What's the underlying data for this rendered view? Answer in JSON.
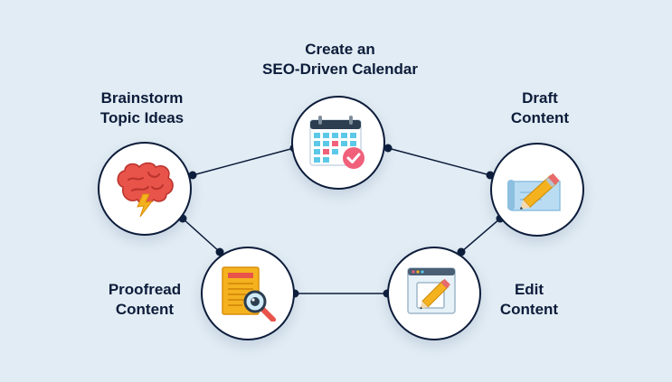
{
  "steps": [
    {
      "id": "brainstorm",
      "line1": "Brainstorm",
      "line2": "Topic Ideas",
      "icon": "brain-icon"
    },
    {
      "id": "calendar",
      "line1": "Create an",
      "line2": "SEO-Driven Calendar",
      "icon": "calendar-icon"
    },
    {
      "id": "draft",
      "line1": "Draft",
      "line2": "Content",
      "icon": "blueprint-pencil-icon"
    },
    {
      "id": "edit",
      "line1": "Edit",
      "line2": "Content",
      "icon": "edit-window-icon"
    },
    {
      "id": "proofread",
      "line1": "Proofread",
      "line2": "Content",
      "icon": "document-magnifier-icon"
    }
  ],
  "colors": {
    "background": "#e2ecf4",
    "line": "#0c1c3a",
    "brain": "#e8534a",
    "lightning": "#f5b21f",
    "calendar_cell": "#5cc8e8",
    "calendar_mark": "#f0607a",
    "pencil": "#f5b21f",
    "paper": "#b9dcf3"
  }
}
